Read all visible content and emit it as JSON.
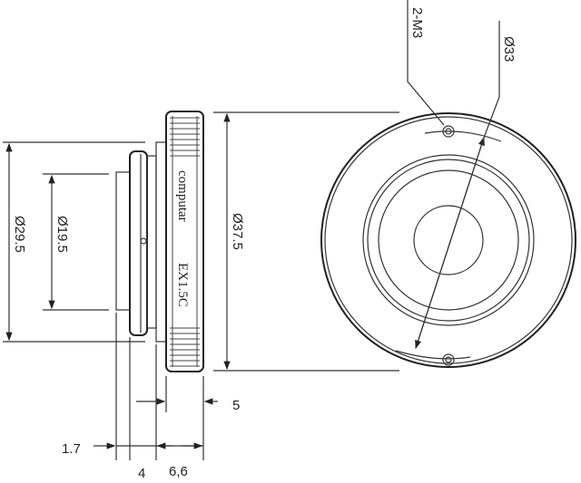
{
  "title": "Lens extender EX1.5C dimension drawing",
  "product_marking": {
    "brand": "computar",
    "model": "EX1.5C"
  },
  "dimensions": {
    "outer_diameter": "Ø37.5",
    "flange_diameter": "Ø29.5",
    "inner_diameter": "Ø19.5",
    "bolt_circle": "Ø33",
    "screws": "2-M3",
    "ring_width": "5",
    "offset_a": "1.7",
    "offset_b": "4",
    "offset_c": "6,6"
  }
}
